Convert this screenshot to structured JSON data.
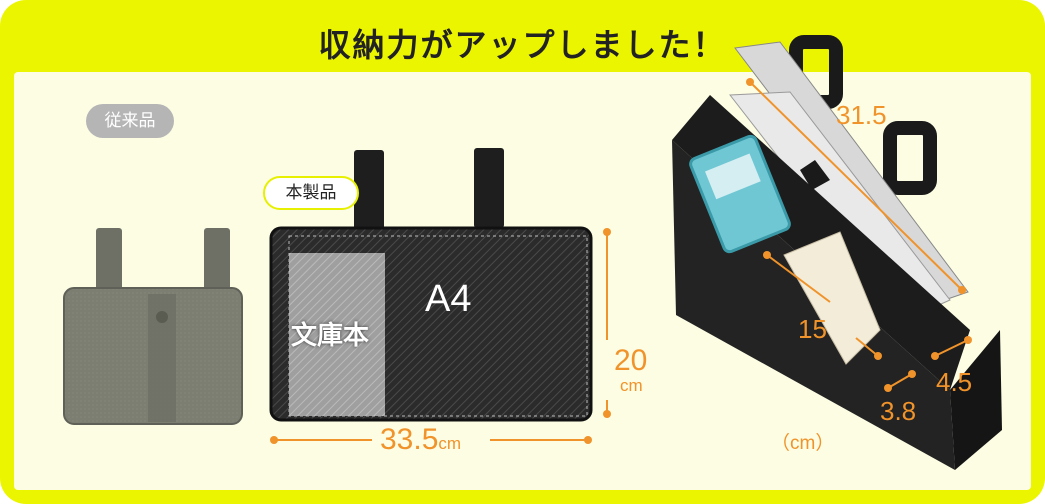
{
  "headline": "収納力がアップしました！",
  "old_product": {
    "label": "従来品"
  },
  "new_product": {
    "label": "本製品",
    "compartment_large": "A4",
    "compartment_small": "文庫本",
    "width_value": "33.5",
    "width_unit": "cm",
    "height_value": "20",
    "height_unit": "cm"
  },
  "perspective": {
    "length": "31.5",
    "depth": "15",
    "gusset_front": "3.8",
    "gusset_back": "4.5",
    "unit_note": "（cm）"
  },
  "colors": {
    "background": "#ecf500",
    "panel": "#fdfde4",
    "accent": "#f0932a",
    "old_product": "#7a7c70",
    "new_product": "#2a2a2a"
  }
}
